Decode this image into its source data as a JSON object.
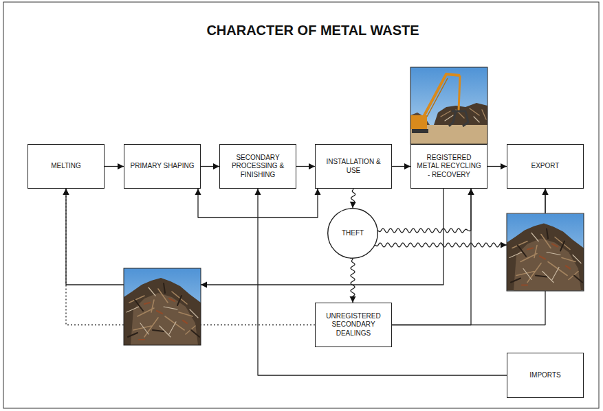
{
  "diagram": {
    "title": "CHARACTER OF METAL WASTE",
    "nodes": [
      {
        "text": [
          "MELTING"
        ]
      },
      {
        "text": [
          "PRIMARY SHAPING"
        ]
      },
      {
        "text": [
          "SECONDARY PROCESSING & FINISHING"
        ]
      },
      {
        "text": [
          "INSTALLATION & USE"
        ]
      },
      {
        "text": [
          "REGISTERED METAL RECYCLING - RECOVERY"
        ]
      },
      {
        "text": [
          "EXPORT"
        ]
      },
      {
        "text": [
          "THEFT"
        ]
      },
      {
        "text": [
          "UNREGISTERED SECONDARY DEALINGS"
        ]
      },
      {
        "text": [
          "IMPORTS"
        ]
      }
    ],
    "edges": [
      {
        "from": 0,
        "to": 1,
        "arrow": "to"
      },
      {
        "from": 1,
        "to": 2,
        "arrow": "to"
      },
      {
        "from": 2,
        "to": 3,
        "arrow": "to"
      },
      {
        "from": 3,
        "to": 4,
        "arrow": "to"
      },
      {
        "from": 4,
        "to": 5,
        "arrow": "to"
      },
      {
        "from": 3,
        "to": 6,
        "arrow": "to"
      },
      {
        "from": 6,
        "to": 4,
        "arrow": "to"
      },
      {
        "from": 6,
        "to": 5,
        "arrow": "to"
      },
      {
        "from": 6,
        "to": 7,
        "arrow": "to"
      },
      {
        "from": 7,
        "to": 4,
        "arrow": "to"
      },
      {
        "from": 7,
        "to": 5,
        "arrow": "to"
      },
      {
        "from": 4,
        "to": 0,
        "arrow": "to"
      },
      {
        "from": 7,
        "to": 0,
        "arrow": "to"
      },
      {
        "from": 8,
        "to": 2,
        "arrow": "to"
      },
      {
        "from": 1,
        "to": 3,
        "arrow": "both"
      }
    ]
  }
}
